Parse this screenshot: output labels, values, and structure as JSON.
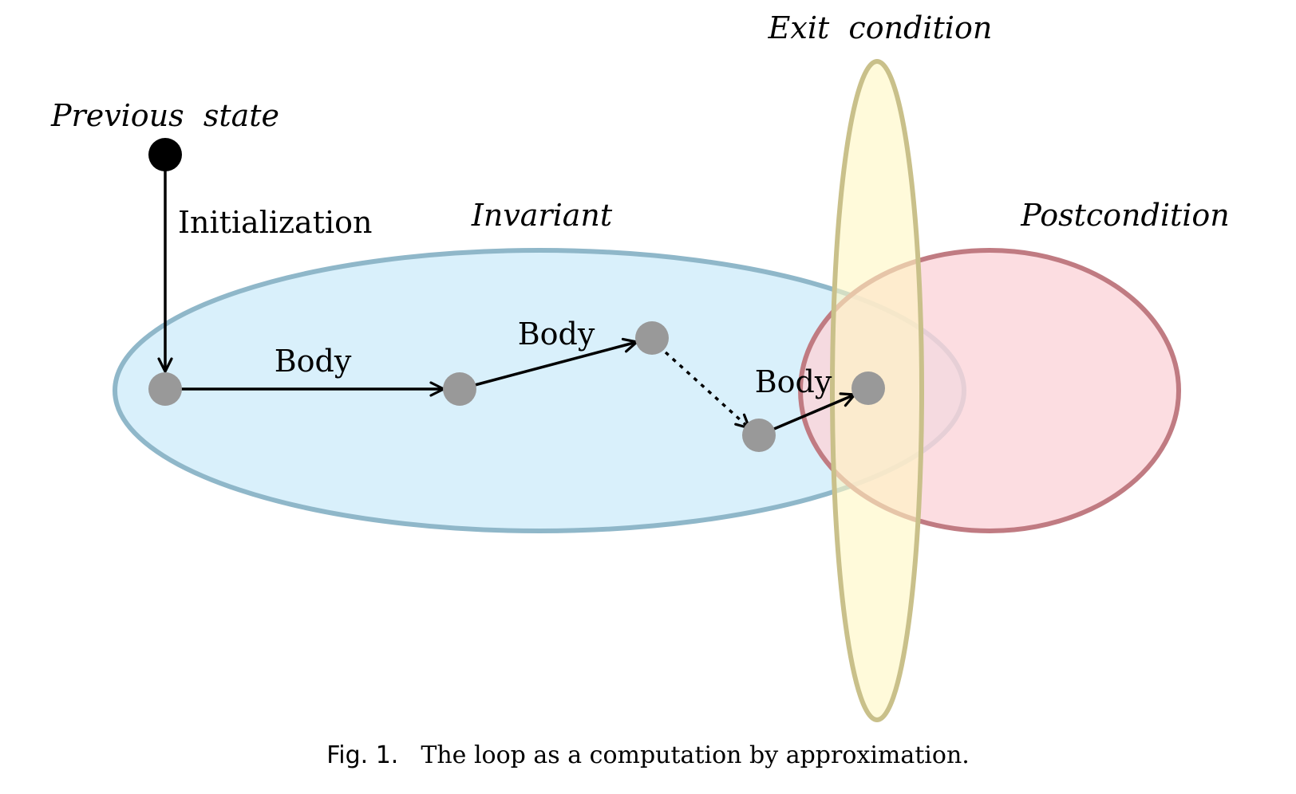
{
  "regions": {
    "invariant": {
      "label": "Invariant",
      "fill": "#d9f0fb",
      "stroke": "#8fb7c9"
    },
    "postcondition": {
      "label": "Postcondition",
      "fill": "#fbd5d9",
      "stroke": "#c07b82"
    },
    "exit_condition": {
      "label": "Exit  condition",
      "fill": "#fff7c2",
      "stroke": "#c9c08a"
    }
  },
  "labels": {
    "previous_state": "Previous  state",
    "initialization": "Initialization",
    "body_1": "Body",
    "body_2": "Body",
    "body_3": "Body"
  },
  "colors": {
    "state_node": "#999999",
    "start_node": "#000000",
    "arrow": "#000000"
  },
  "caption": {
    "label": "Fig. 1.",
    "text": "The loop as a computation by approximation."
  }
}
